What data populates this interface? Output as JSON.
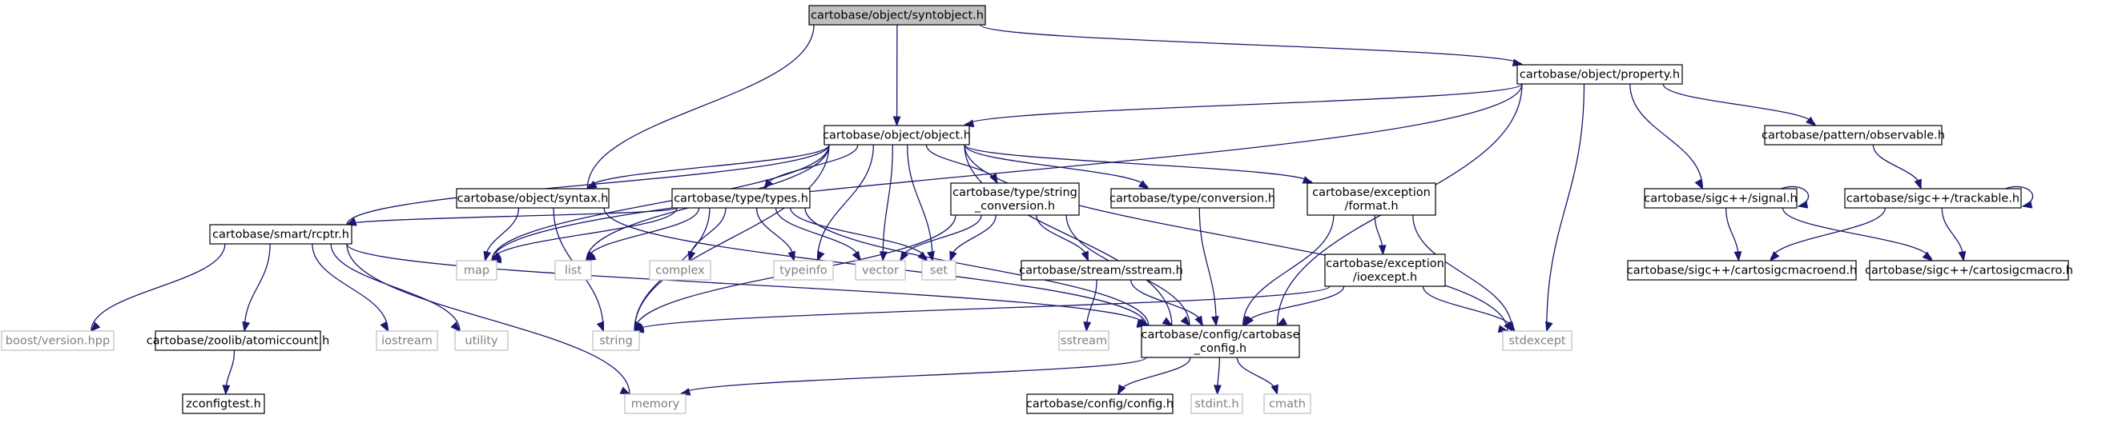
{
  "colors": {
    "edge": "#191970",
    "root_fill": "#bfbfbf",
    "node_border": "#000000",
    "external_border": "#bfbfbf",
    "external_text": "#7f7f7f",
    "text": "#000000"
  },
  "diagram": {
    "nodes": [
      {
        "id": "syntobject",
        "lines": [
          "cartobase/object/syntobject.h"
        ],
        "kind": "root"
      },
      {
        "id": "property",
        "lines": [
          "cartobase/object/property.h"
        ],
        "kind": "file"
      },
      {
        "id": "object",
        "lines": [
          "cartobase/object/object.h"
        ],
        "kind": "file"
      },
      {
        "id": "observable",
        "lines": [
          "cartobase/pattern/observable.h"
        ],
        "kind": "file"
      },
      {
        "id": "syntax",
        "lines": [
          "cartobase/object/syntax.h"
        ],
        "kind": "file"
      },
      {
        "id": "types",
        "lines": [
          "cartobase/type/types.h"
        ],
        "kind": "file"
      },
      {
        "id": "string_conversion",
        "lines": [
          "cartobase/type/string",
          "_conversion.h"
        ],
        "kind": "file"
      },
      {
        "id": "conversion",
        "lines": [
          "cartobase/type/conversion.h"
        ],
        "kind": "file"
      },
      {
        "id": "format",
        "lines": [
          "cartobase/exception",
          "/format.h"
        ],
        "kind": "file"
      },
      {
        "id": "signal",
        "lines": [
          "cartobase/sigc++/signal.h"
        ],
        "kind": "file"
      },
      {
        "id": "trackable",
        "lines": [
          "cartobase/sigc++/trackable.h"
        ],
        "kind": "file"
      },
      {
        "id": "rcptr",
        "lines": [
          "cartobase/smart/rcptr.h"
        ],
        "kind": "file"
      },
      {
        "id": "map",
        "lines": [
          "map"
        ],
        "kind": "external"
      },
      {
        "id": "list",
        "lines": [
          "list"
        ],
        "kind": "external"
      },
      {
        "id": "complex",
        "lines": [
          "complex"
        ],
        "kind": "external"
      },
      {
        "id": "typeinfo",
        "lines": [
          "typeinfo"
        ],
        "kind": "external"
      },
      {
        "id": "vector",
        "lines": [
          "vector"
        ],
        "kind": "external"
      },
      {
        "id": "set",
        "lines": [
          "set"
        ],
        "kind": "external"
      },
      {
        "id": "sstream_h",
        "lines": [
          "cartobase/stream/sstream.h"
        ],
        "kind": "file"
      },
      {
        "id": "ioexcept",
        "lines": [
          "cartobase/exception",
          "/ioexcept.h"
        ],
        "kind": "file"
      },
      {
        "id": "sigcmacroend",
        "lines": [
          "cartobase/sigc++/cartosigcmacroend.h"
        ],
        "kind": "file"
      },
      {
        "id": "sigcmacro",
        "lines": [
          "cartobase/sigc++/cartosigcmacro.h"
        ],
        "kind": "file"
      },
      {
        "id": "boostversion",
        "lines": [
          "boost/version.hpp"
        ],
        "kind": "external"
      },
      {
        "id": "atomiccount",
        "lines": [
          "cartobase/zoolib/atomiccount.h"
        ],
        "kind": "file"
      },
      {
        "id": "iostream",
        "lines": [
          "iostream"
        ],
        "kind": "external"
      },
      {
        "id": "utility",
        "lines": [
          "utility"
        ],
        "kind": "external"
      },
      {
        "id": "string",
        "lines": [
          "string"
        ],
        "kind": "external"
      },
      {
        "id": "sstream",
        "lines": [
          "sstream"
        ],
        "kind": "external"
      },
      {
        "id": "cartobase_config",
        "lines": [
          "cartobase/config/cartobase",
          "_config.h"
        ],
        "kind": "file"
      },
      {
        "id": "stdexcept",
        "lines": [
          "stdexcept"
        ],
        "kind": "external"
      },
      {
        "id": "zconfigtest",
        "lines": [
          "zconfigtest.h"
        ],
        "kind": "file"
      },
      {
        "id": "memory",
        "lines": [
          "memory"
        ],
        "kind": "external"
      },
      {
        "id": "config",
        "lines": [
          "cartobase/config/config.h"
        ],
        "kind": "file"
      },
      {
        "id": "stdint",
        "lines": [
          "stdint.h"
        ],
        "kind": "external"
      },
      {
        "id": "cmath",
        "lines": [
          "cmath"
        ],
        "kind": "external"
      }
    ],
    "edges": [
      [
        "syntobject",
        "property"
      ],
      [
        "syntobject",
        "object"
      ],
      [
        "syntobject",
        "syntax"
      ],
      [
        "property",
        "object"
      ],
      [
        "property",
        "observable"
      ],
      [
        "property",
        "signal"
      ],
      [
        "property",
        "map"
      ],
      [
        "property",
        "cartobase_config"
      ],
      [
        "property",
        "stdexcept"
      ],
      [
        "observable",
        "trackable"
      ],
      [
        "object",
        "syntax"
      ],
      [
        "object",
        "types"
      ],
      [
        "object",
        "string_conversion"
      ],
      [
        "object",
        "conversion"
      ],
      [
        "object",
        "format"
      ],
      [
        "object",
        "rcptr"
      ],
      [
        "object",
        "map"
      ],
      [
        "object",
        "list"
      ],
      [
        "object",
        "typeinfo"
      ],
      [
        "object",
        "vector"
      ],
      [
        "object",
        "set"
      ],
      [
        "object",
        "string"
      ],
      [
        "object",
        "cartobase_config"
      ],
      [
        "object",
        "stdexcept"
      ],
      [
        "syntax",
        "map"
      ],
      [
        "syntax",
        "string"
      ],
      [
        "syntax",
        "cartobase_config"
      ],
      [
        "types",
        "rcptr"
      ],
      [
        "types",
        "map"
      ],
      [
        "types",
        "list"
      ],
      [
        "types",
        "complex"
      ],
      [
        "types",
        "typeinfo"
      ],
      [
        "types",
        "vector"
      ],
      [
        "types",
        "set"
      ],
      [
        "types",
        "string"
      ],
      [
        "types",
        "cartobase_config"
      ],
      [
        "string_conversion",
        "vector"
      ],
      [
        "string_conversion",
        "set"
      ],
      [
        "string_conversion",
        "string"
      ],
      [
        "string_conversion",
        "sstream_h"
      ],
      [
        "string_conversion",
        "cartobase_config"
      ],
      [
        "conversion",
        "cartobase_config"
      ],
      [
        "format",
        "ioexcept"
      ],
      [
        "format",
        "cartobase_config"
      ],
      [
        "format",
        "stdexcept"
      ],
      [
        "sstream_h",
        "sstream"
      ],
      [
        "sstream_h",
        "cartobase_config"
      ],
      [
        "ioexcept",
        "string"
      ],
      [
        "ioexcept",
        "cartobase_config"
      ],
      [
        "ioexcept",
        "stdexcept"
      ],
      [
        "signal",
        "signal"
      ],
      [
        "signal",
        "sigcmacroend"
      ],
      [
        "signal",
        "sigcmacro"
      ],
      [
        "trackable",
        "trackable"
      ],
      [
        "trackable",
        "sigcmacroend"
      ],
      [
        "trackable",
        "sigcmacro"
      ],
      [
        "rcptr",
        "boostversion"
      ],
      [
        "rcptr",
        "atomiccount"
      ],
      [
        "rcptr",
        "iostream"
      ],
      [
        "rcptr",
        "utility"
      ],
      [
        "rcptr",
        "memory"
      ],
      [
        "rcptr",
        "cartobase_config"
      ],
      [
        "atomiccount",
        "zconfigtest"
      ],
      [
        "cartobase_config",
        "memory"
      ],
      [
        "cartobase_config",
        "config"
      ],
      [
        "cartobase_config",
        "stdint"
      ],
      [
        "cartobase_config",
        "cmath"
      ]
    ]
  }
}
